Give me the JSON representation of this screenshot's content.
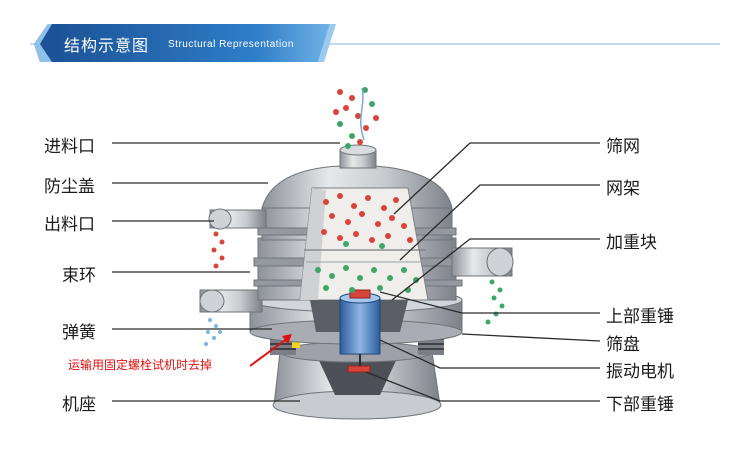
{
  "banner": {
    "title": "结构示意图",
    "subtitle": "Structural Representation",
    "color": "#1f5fa8"
  },
  "labels_left": [
    {
      "id": "inlet",
      "text": "进料口"
    },
    {
      "id": "dust-cover",
      "text": "防尘盖"
    },
    {
      "id": "outlet",
      "text": "出料口"
    },
    {
      "id": "clamp-ring",
      "text": "束环"
    },
    {
      "id": "spring",
      "text": "弹簧"
    },
    {
      "id": "base",
      "text": "机座"
    }
  ],
  "labels_right": [
    {
      "id": "screen-mesh",
      "text": "筛网"
    },
    {
      "id": "mesh-frame",
      "text": "网架"
    },
    {
      "id": "weight-block",
      "text": "加重块"
    },
    {
      "id": "upper-weight",
      "text": "上部重锤"
    },
    {
      "id": "screen-tray",
      "text": "筛盘"
    },
    {
      "id": "vibration-motor",
      "text": "振动电机"
    },
    {
      "id": "lower-weight",
      "text": "下部重锤"
    }
  ],
  "warning": "运输用固定螺栓试机时去掉",
  "colors": {
    "metal": "#b8bcc2",
    "warning_red": "#e01010",
    "particle_red": "#d8443c",
    "particle_green": "#3fa66a",
    "motor_blue": "#4a7fc0"
  }
}
